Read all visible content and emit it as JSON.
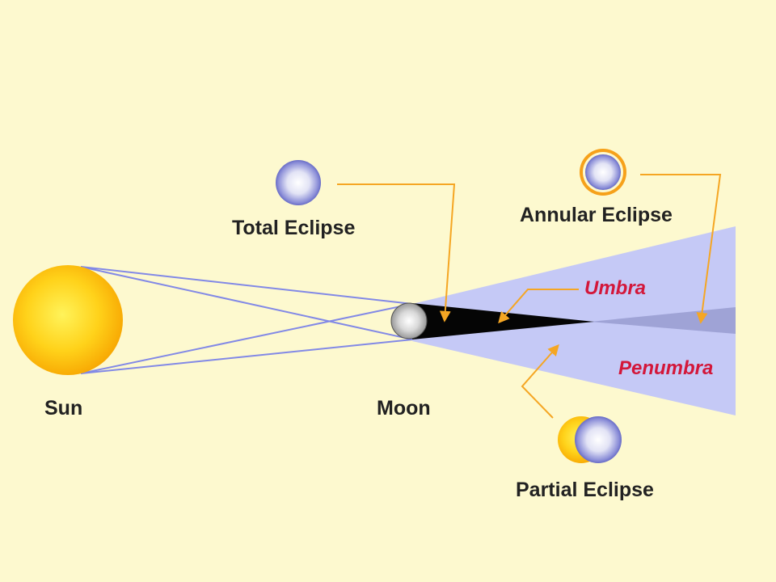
{
  "labels": {
    "sun": "Sun",
    "moon": "Moon",
    "total_eclipse": "Total Eclipse",
    "annular_eclipse": "Annular Eclipse",
    "partial_eclipse": "Partial Eclipse",
    "umbra": "Umbra",
    "penumbra": "Penumbra"
  },
  "colors": {
    "background": "#fdf9cf",
    "penumbra_fill": "#c5c9f6",
    "umbra_fill": "#050505",
    "antumbra_fill": "#9fa3d6",
    "ray_line": "#8289e6",
    "arrow": "#f5a623",
    "label_dark": "#222222",
    "label_red": "#d3173a"
  }
}
